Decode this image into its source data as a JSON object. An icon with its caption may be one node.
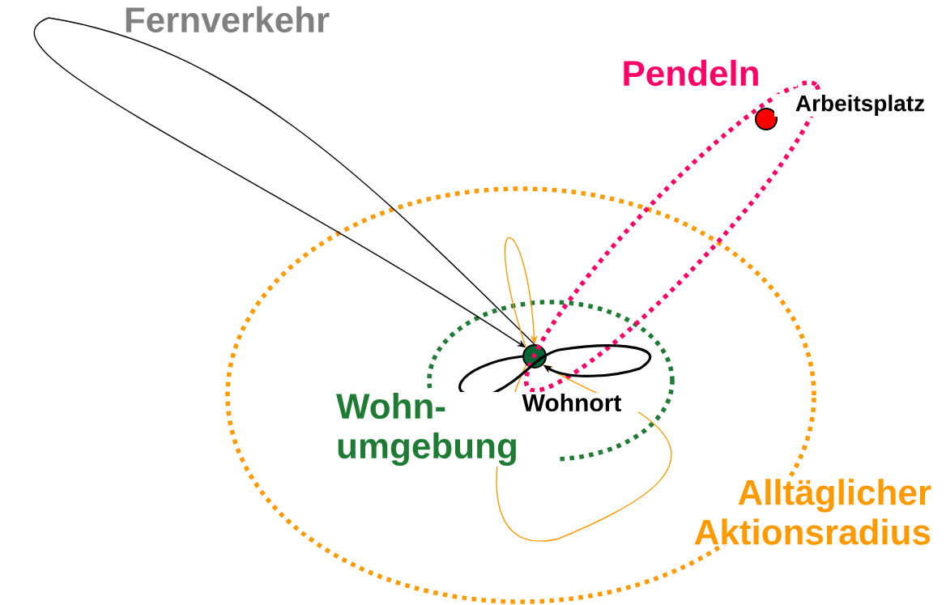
{
  "diagram": {
    "nodes": [
      {
        "text": [
          "Alltäglicher Aktionsradius"
        ]
      },
      {
        "text": [
          "Wohn- umgebung"
        ],
        "in": 0
      },
      {
        "text": [
          "Wohnort"
        ],
        "in": 1
      },
      {
        "text": [
          "Pendeln"
        ]
      },
      {
        "text": [
          "Arbeitsplatz"
        ],
        "in": 3
      }
    ],
    "edges": [
      {
        "from": 2,
        "to": 2,
        "arrow": "to",
        "label": "Fernverkehr"
      },
      {
        "from": 2,
        "to": 2,
        "arrow": "to",
        "color": "#ff9900"
      },
      {
        "from": 2,
        "to": 2,
        "arrow": "to",
        "color": "#ff9900"
      },
      {
        "from": 2,
        "to": 2,
        "arrow": "to",
        "style": "thick"
      }
    ]
  }
}
